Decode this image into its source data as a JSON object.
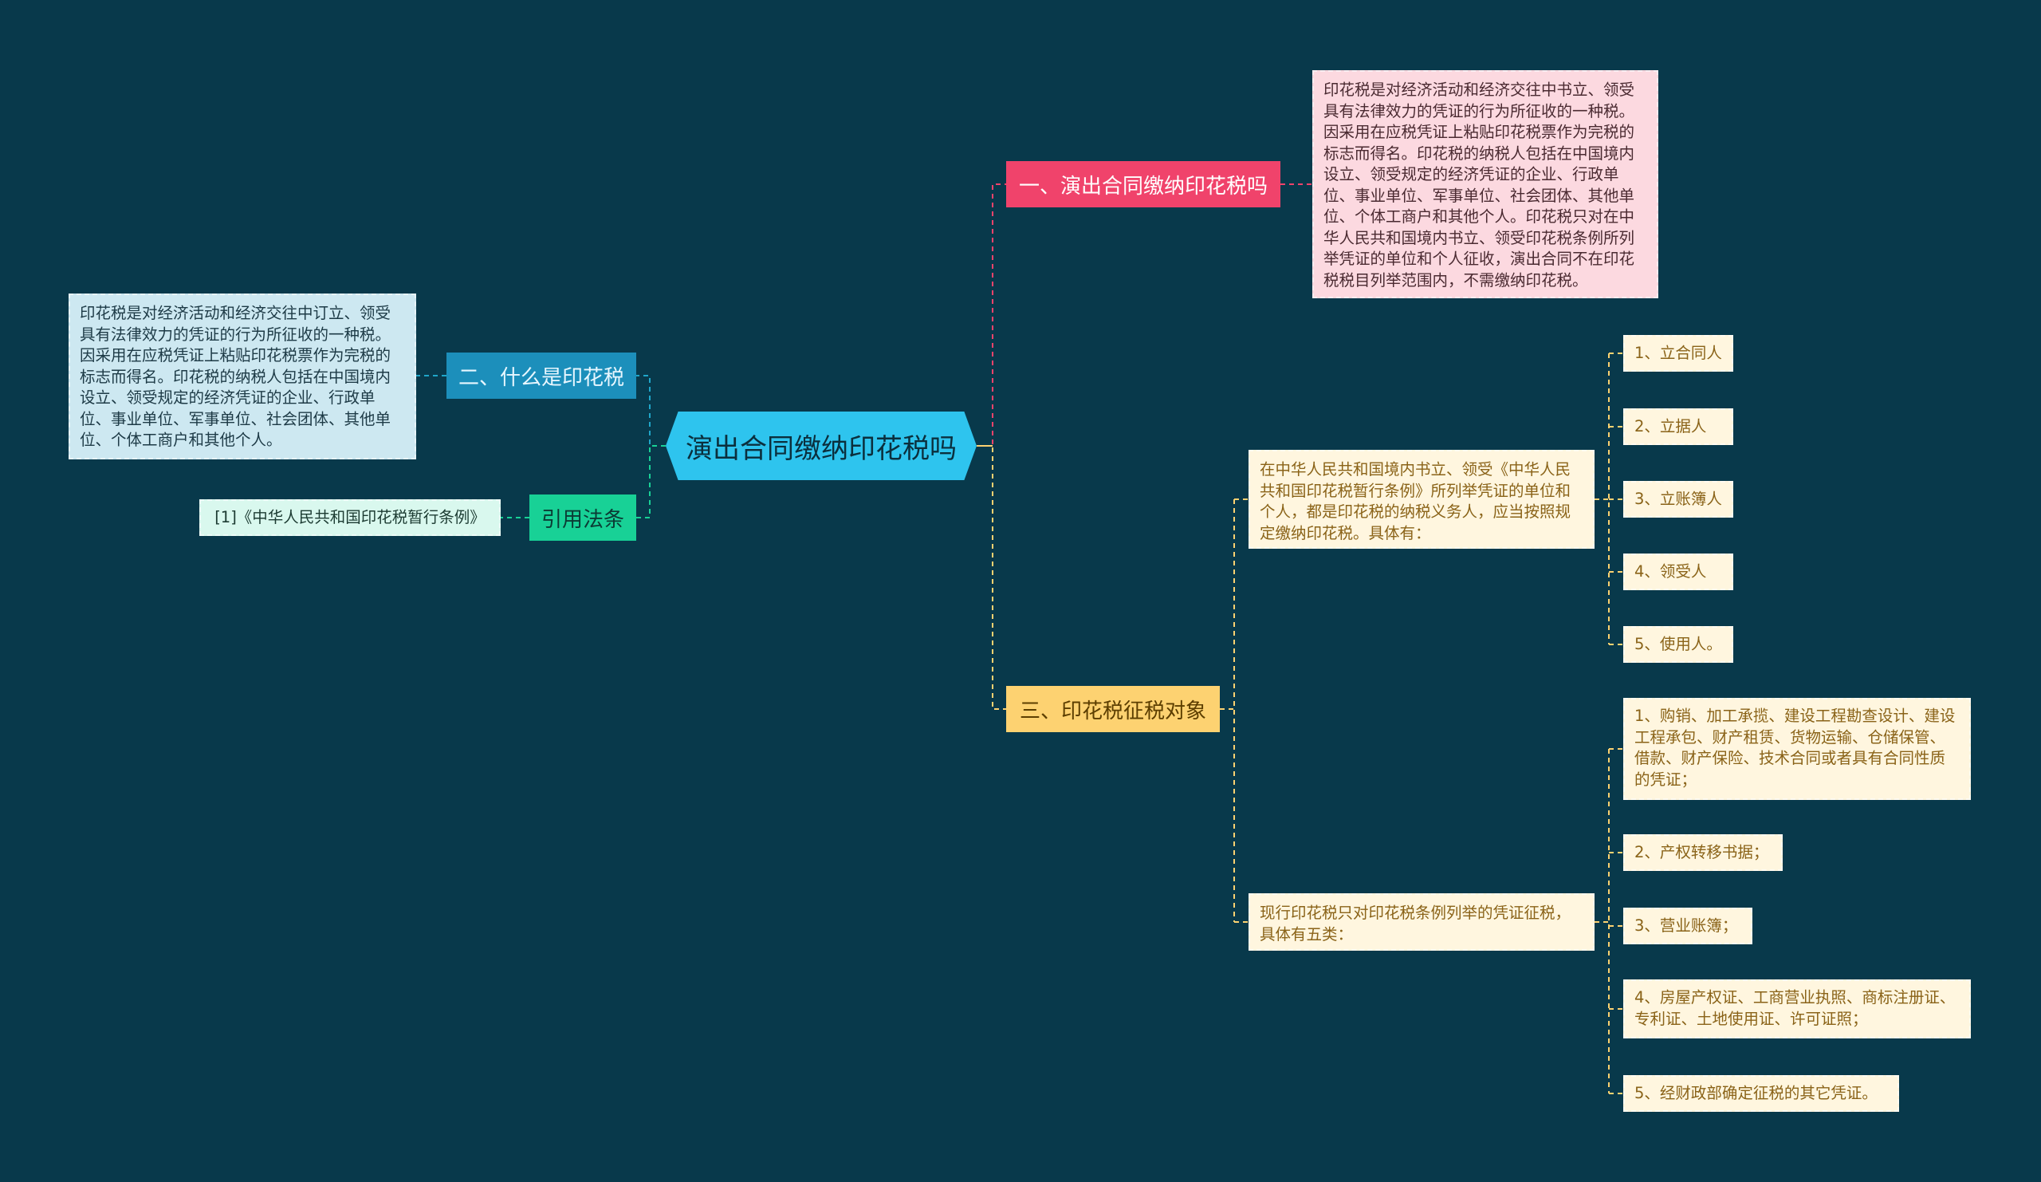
{
  "center": {
    "label": "演出合同缴纳印花税吗"
  },
  "topics": {
    "t1": {
      "label": "一、演出合同缴纳印花税吗",
      "color": "#f0436b"
    },
    "t2": {
      "label": "二、什么是印花税",
      "color": "#1c8fbb"
    },
    "t3": {
      "label": "三、印花税征税对象",
      "color": "#fdd271"
    },
    "t4": {
      "label": "引用法条",
      "color": "#18d196"
    }
  },
  "notes": {
    "t1_note": "印花税是对经济活动和经济交往中书立、领受具有法律效力的凭证的行为所征收的一种税。因采用在应税凭证上粘贴印花税票作为完税的标志而得名。印花税的纳税人包括在中国境内设立、领受规定的经济凭证的企业、行政单位、事业单位、军事单位、社会团体、其他单位、个体工商户和其他个人。印花税只对在中华人民共和国境内书立、领受印花税条例所列举凭证的单位和个人征收，演出合同不在印花税税目列举范围内，不需缴纳印花税。",
    "t2_note": "印花税是对经济活动和经济交往中订立、领受具有法律效力的凭证的行为所征收的一种税。因采用在应税凭证上粘贴印花税票作为完税的标志而得名。印花税的纳税人包括在中国境内设立、领受规定的经济凭证的企业、行政单位、事业单位、军事单位、社会团体、其他单位、个体工商户和其他个人。",
    "t4_note": "[1]《中华人民共和国印花税暂行条例》",
    "t3_a": "在中华人民共和国境内书立、领受《中华人民共和国印花税暂行条例》所列举凭证的单位和个人，都是印花税的纳税义务人，应当按照规定缴纳印花税。具体有：",
    "t3_b": "现行印花税只对印花税条例列举的凭证征税，具体有五类："
  },
  "leaves_a": [
    "1、立合同人",
    "2、立据人",
    "3、立账簿人",
    "4、领受人",
    "5、使用人。"
  ],
  "leaves_b": [
    "1、购销、加工承揽、建设工程勘查设计、建设工程承包、财产租赁、货物运输、仓储保管、借款、财产保险、技术合同或者具有合同性质的凭证；",
    "2、产权转移书据；",
    "3、营业账簿；",
    "4、房屋产权证、工商营业执照、商标注册证、专利证、土地使用证、许可证照；",
    "5、经财政部确定征税的其它凭证。"
  ],
  "colors": {
    "background": "#08394b",
    "connector_left": "#1fa6c9",
    "connector_green": "#18d196",
    "connector_red": "#f0436b",
    "connector_yellow": "#fdd271"
  }
}
